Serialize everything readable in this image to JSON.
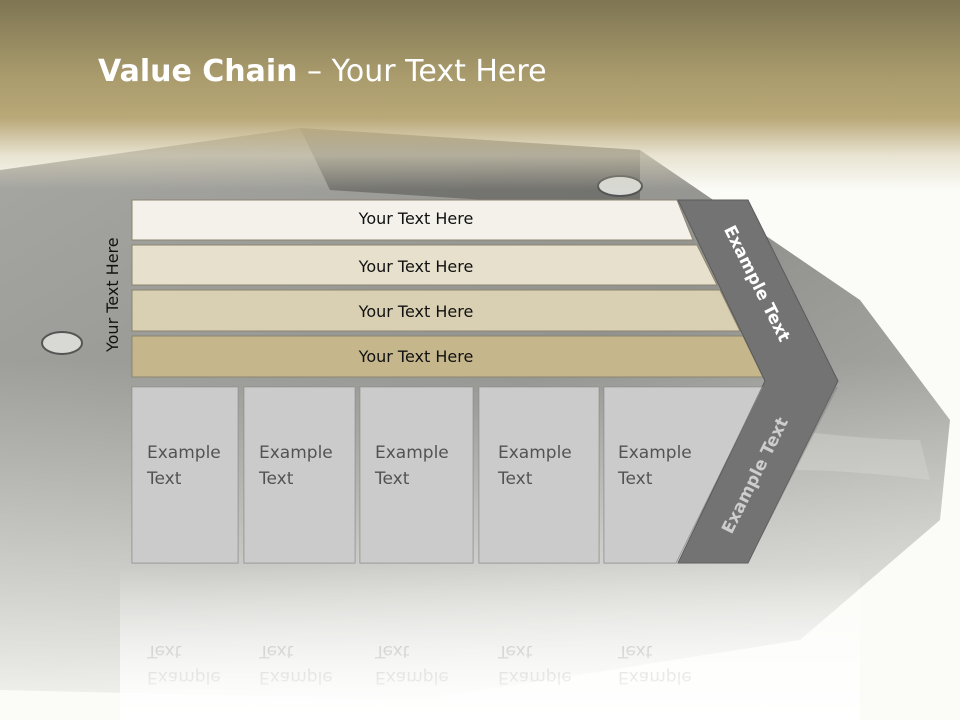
{
  "title": {
    "bold": "Value Chain",
    "rest": " – Your Text Here"
  },
  "side_label": "Your Text Here",
  "bars": [
    {
      "label": "Your Text Here",
      "fill": "#f3f1ea"
    },
    {
      "label": "Your Text Here",
      "fill": "#e6e0cc"
    },
    {
      "label": "Your Text Here",
      "fill": "#d9cfb2"
    },
    {
      "label": "Your Text Here",
      "fill": "#c5b68b"
    }
  ],
  "columns": [
    {
      "line1": "Example",
      "line2": "Text"
    },
    {
      "line1": "Example",
      "line2": "Text"
    },
    {
      "line1": "Example",
      "line2": "Text"
    },
    {
      "line1": "Example",
      "line2": "Text"
    },
    {
      "line1": "Example",
      "line2": "Text"
    }
  ],
  "arrow": {
    "upper_label": "Example Text",
    "lower_label": "Example Text",
    "fill": "#737373"
  },
  "colors": {
    "column_fill": "#cbcbcb",
    "column_stroke": "#8f8f8f",
    "bar_stroke": "#8c8570"
  }
}
